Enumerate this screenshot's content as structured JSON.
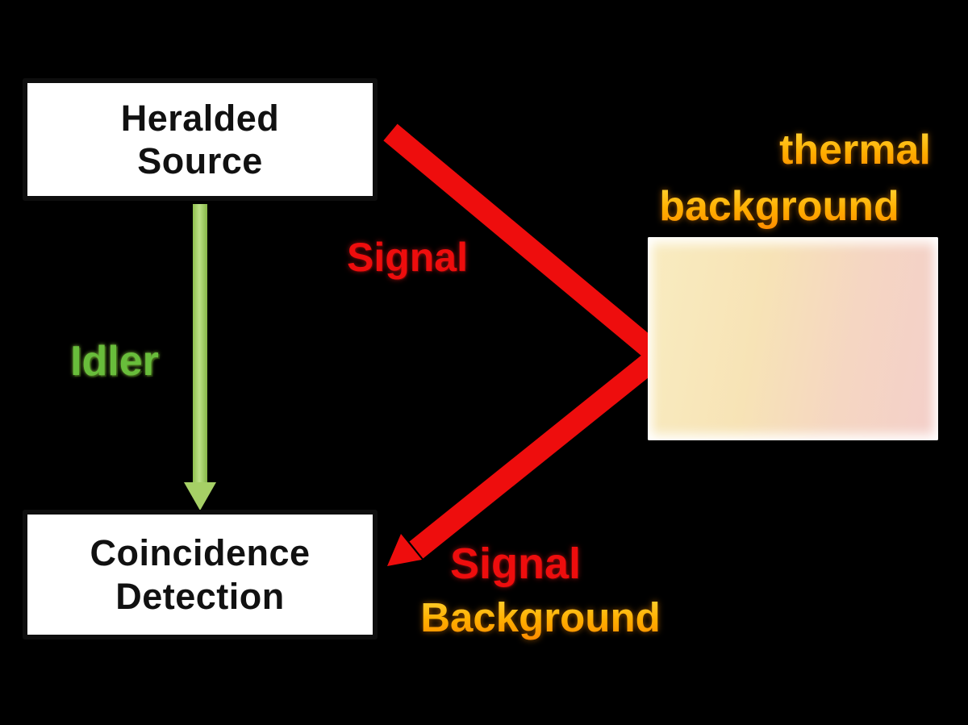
{
  "scene": {
    "background_color": "#000000",
    "description": "quantum-illumination-diagram"
  },
  "source_box": {
    "line1": "Heralded",
    "line2": "Source"
  },
  "detector_box": {
    "line1": "Coincidence",
    "line2": "Detection"
  },
  "labels": {
    "idler": "Idler",
    "signal_out": "Signal",
    "signal_return": "Signal",
    "background_return": "Background",
    "thermal_line1": "thermal",
    "thermal_line2": "background"
  },
  "icons": {
    "target": "car-icon",
    "idler_arrow": "down-arrow-icon",
    "signal_beam": "chevron-beam-icon"
  },
  "colors": {
    "signal_red": "#ee0d0d",
    "idler_arrow_green": "#a6d066",
    "idler_text_green": "#68bd3b",
    "thermal_orange": "#ffa200",
    "box_fill": "#ffffff",
    "box_border": "#0e0e0e",
    "box_text": "#111111",
    "car_body_brown": "#7c7263",
    "target_panel_yellow": "#f8e9ba",
    "target_panel_pink": "#f3cdc8"
  }
}
